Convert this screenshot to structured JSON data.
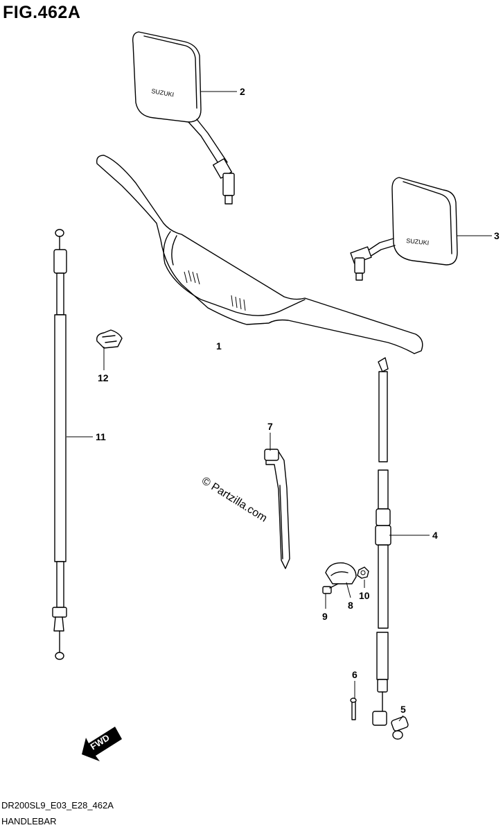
{
  "figure": {
    "title": "FIG.462A",
    "code": "DR200SL9_E03_E28_462A",
    "subtitle": "HANDLEBAR",
    "watermark": "© Partzilla.com",
    "direction_label": "FWD"
  },
  "callouts": [
    "1",
    "2",
    "3",
    "4",
    "5",
    "6",
    "7",
    "8",
    "9",
    "10",
    "11",
    "12"
  ]
}
